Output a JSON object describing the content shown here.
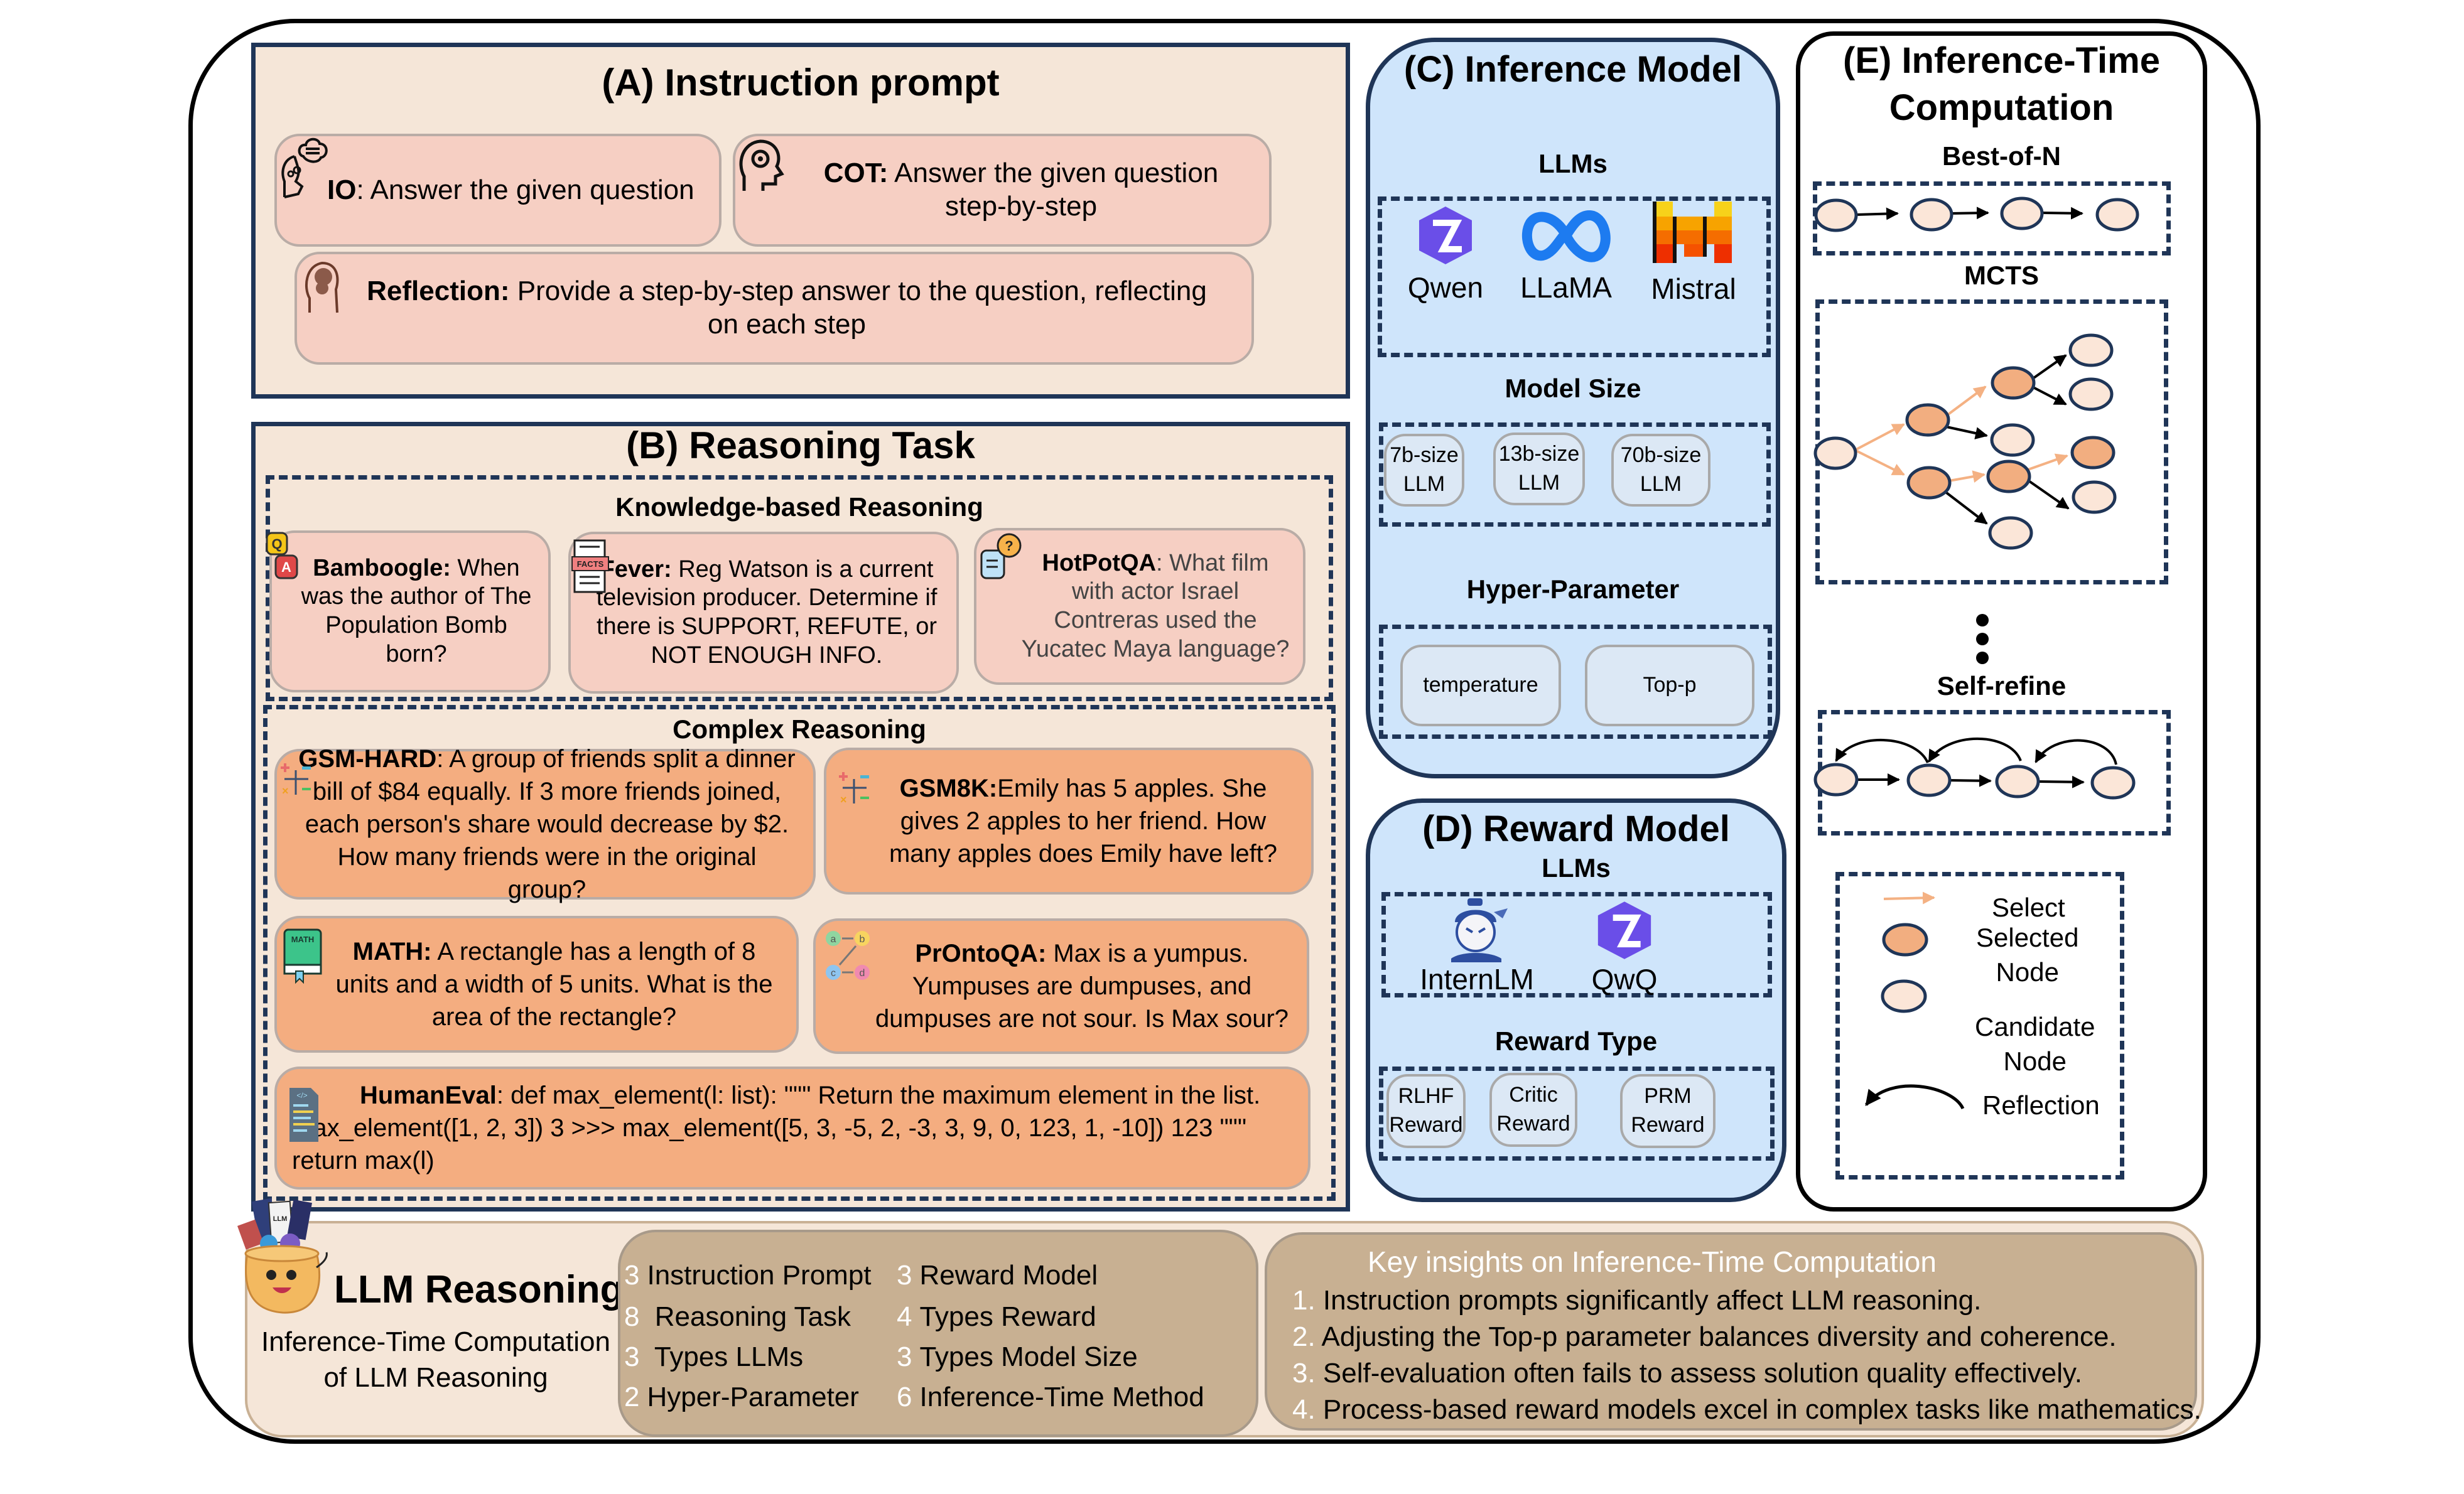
{
  "colors": {
    "panel_beige": "#f5e6d8",
    "panel_blue": "#cfe5fb",
    "card_pink": "#f6cfc3",
    "card_orange": "#f4ad80",
    "card_grey": "#dce8f5",
    "border_navy": "#1f3557",
    "selected_node": "#f2ae80",
    "candidate_node": "#fbe6d8",
    "select_arrow": "#f4b183",
    "bottom_brown": "#c8b092"
  },
  "instruction_prompt": {
    "title": "(A) Instruction prompt",
    "items": [
      {
        "name": "IO",
        "sep": ": ",
        "text": "Answer the given question",
        "icon": "head-thought-icon"
      },
      {
        "name": "COT:",
        "sep": " ",
        "text": "Answer the given question step-by-step",
        "icon": "head-gear-icon"
      },
      {
        "name": "Reflection:",
        "sep": " ",
        "text": "Provide a step-by-step answer to the question, reflecting on each step",
        "icon": "head-brain-icon"
      }
    ]
  },
  "reasoning_task": {
    "title": "(B) Reasoning Task",
    "knowledge": {
      "title": "Knowledge-based Reasoning",
      "items": [
        {
          "name": "Bamboogle:",
          "text": " When was the author of The Population Bomb born?",
          "icon": "qa-bubbles-icon"
        },
        {
          "name": "Fever:",
          "text": " Reg Watson is a current television producer. Determine if there is SUPPORT, REFUTE, or NOT ENOUGH INFO.",
          "icon": "facts-document-icon"
        },
        {
          "name": "HotPotQA",
          "text": ": What film with actor Israel Contreras used the Yucatec Maya language?",
          "icon": "question-chat-icon"
        }
      ]
    },
    "complex": {
      "title": "Complex Reasoning",
      "items": [
        {
          "name": "GSM-HARD",
          "text": ": A group of friends split a dinner bill of $84 equally. If 3 more friends joined, each person's share would decrease by $2. How many friends were in the original group?",
          "icon": "math-operators-icon"
        },
        {
          "name": "GSM8K:",
          "text": "Emily has 5 apples. She gives 2 apples to her friend. How many apples does Emily have left?",
          "icon": "math-operators-icon"
        },
        {
          "name": "MATH:",
          "text": " A rectangle has a length of 8 units and a width of 5 units. What is the area of the rectangle?",
          "icon": "math-book-icon"
        },
        {
          "name": "PrOntoQA:",
          "text": " Max is a yumpus. Yumpuses are dumpuses, and dumpuses are not sour. Is Max sour?",
          "icon": "logic-graph-icon"
        },
        {
          "name": "HumanEval",
          "text": ":  def max_element(l: list): \"\"\" Return the maximum element in the list. max_element([1, 2, 3]) 3 >>> max_element([5, 3, -5, 2, -3, 3, 9, 0, 123, 1, -10]) 123 \"\"\" return max(l)",
          "icon": "code-file-icon"
        }
      ]
    }
  },
  "inference_model": {
    "title": "(C) Inference Model",
    "llms_title": "LLMs",
    "llms": [
      "Qwen",
      "LLaMA",
      "Mistral"
    ],
    "size_title": "Model Size",
    "sizes": [
      [
        "7b-size",
        "LLM"
      ],
      [
        "13b-size",
        "LLM"
      ],
      [
        "70b-size",
        "LLM"
      ]
    ],
    "hyper_title": "Hyper-Parameter",
    "hypers": [
      "temperature",
      "Top-p"
    ]
  },
  "reward_model": {
    "title": "(D) Reward Model",
    "llms_title": "LLMs",
    "llms": [
      "InternLM",
      "QwQ"
    ],
    "type_title": "Reward Type",
    "types": [
      [
        "RLHF",
        "Reward"
      ],
      [
        "Critic",
        "Reward"
      ],
      [
        "PRM",
        "Reward"
      ]
    ]
  },
  "inference_time": {
    "title_line1": "(E) Inference-Time",
    "title_line2": "Computation",
    "methods": [
      "Best-of-N",
      "MCTS",
      "Self-refine"
    ],
    "legend": {
      "select": "Select",
      "selected_line1": "Selected",
      "selected_line2": "Node",
      "candidate_line1": "Candidate",
      "candidate_line2": "Node",
      "reflection": "Reflection"
    }
  },
  "summary": {
    "title": "LLM Reasoning",
    "subtitle_line1": "Inference-Time Computation",
    "subtitle_line2": "of LLM Reasoning",
    "stats": [
      {
        "num": "3",
        "label": "Instruction Prompt"
      },
      {
        "num": "8",
        "label": " Reasoning Task"
      },
      {
        "num": "3",
        "label": " Types LLMs"
      },
      {
        "num": "2",
        "label": "Hyper-Parameter"
      },
      {
        "num": "3",
        "label": "Reward Model"
      },
      {
        "num": "4",
        "label": "Types Reward"
      },
      {
        "num": "3",
        "label": "Types Model Size"
      },
      {
        "num": "6",
        "label": "Inference-Time Method"
      }
    ],
    "insights_title": "Key insights on Inference-Time Computation",
    "insights": [
      {
        "num": "1.",
        "text": " Instruction prompts significantly affect LLM reasoning."
      },
      {
        "num": "2.",
        "text": " Adjusting the Top-p parameter balances diversity and coherence."
      },
      {
        "num": "3.",
        "text": " Self-evaluation often fails to assess solution quality effectively."
      },
      {
        "num": "4.",
        "text": " Process-based reward models excel in complex tasks like mathematics."
      }
    ]
  }
}
